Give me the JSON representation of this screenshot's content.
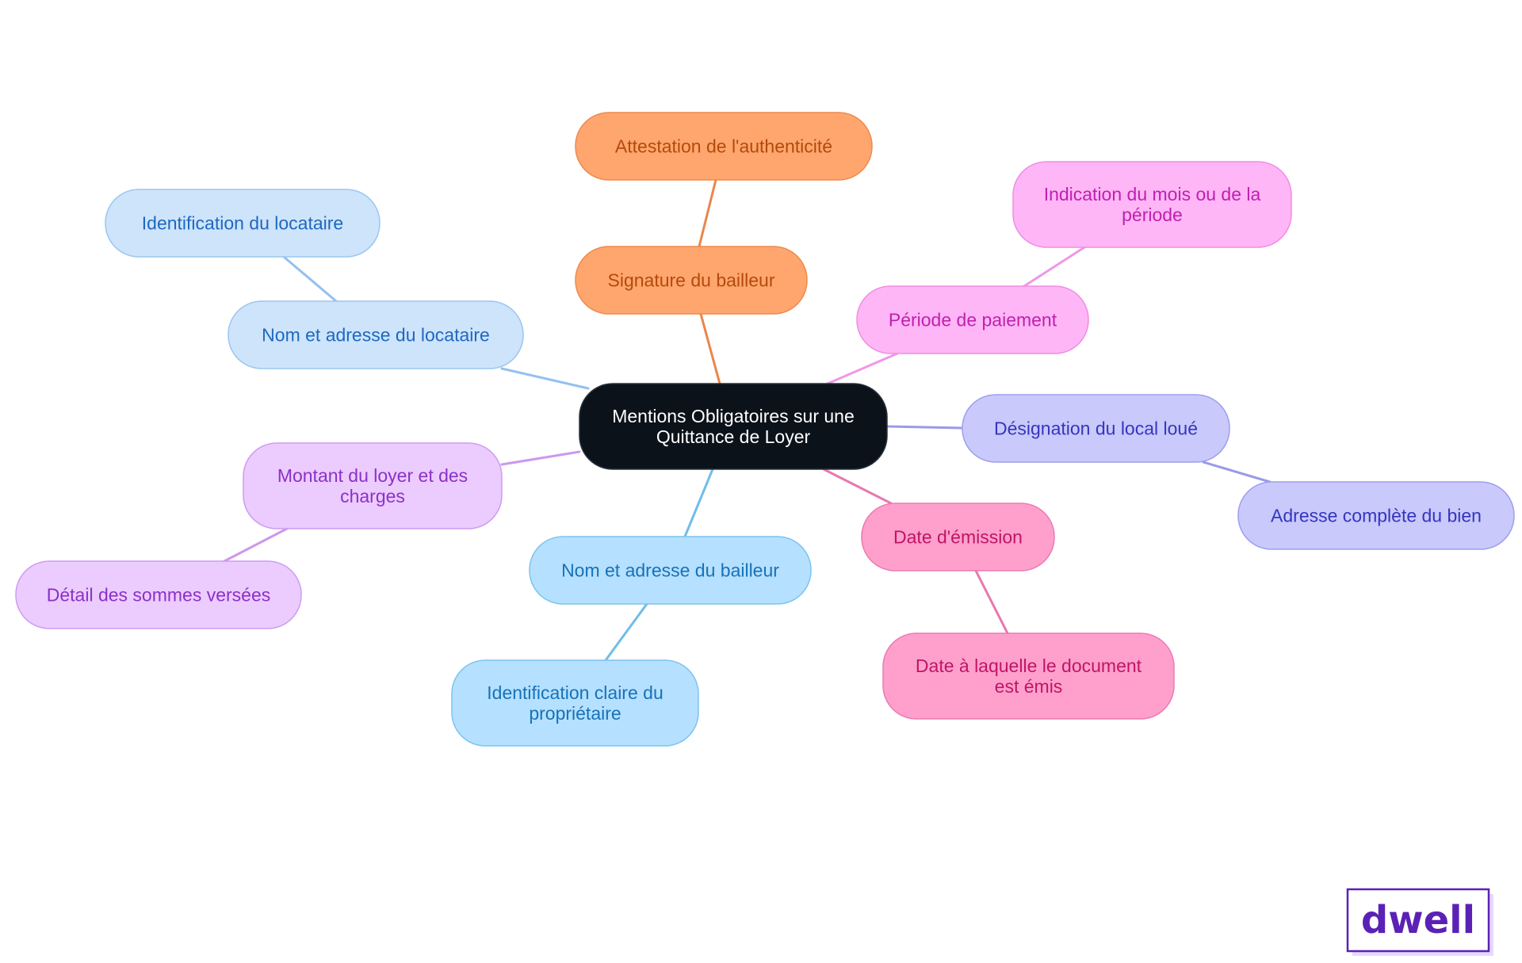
{
  "diagram": {
    "center": {
      "id": "root",
      "lines": [
        "Mentions Obligatoires sur une",
        "Quittance de Loyer"
      ]
    },
    "branches": [
      {
        "id": "signature",
        "color": "#e8874a",
        "fill": "#ffa66e",
        "stroke": "#ee8a4d",
        "text_color": "#b34a0c",
        "node": {
          "lines": [
            "Signature du bailleur"
          ]
        },
        "child": {
          "lines": [
            "Attestation de l'authenticité"
          ]
        }
      },
      {
        "id": "periode",
        "color": "#f097e6",
        "fill": "#ffb6f6",
        "stroke": "#ee8ee2",
        "text_color": "#c020b0",
        "node": {
          "lines": [
            "Période de paiement"
          ]
        },
        "child": {
          "lines": [
            "Indication du mois ou de la",
            "période"
          ]
        }
      },
      {
        "id": "designation",
        "color": "#9a9ae8",
        "fill": "#c9c9fb",
        "stroke": "#9e9ef0",
        "text_color": "#3535c0",
        "node": {
          "lines": [
            "Désignation du local loué"
          ]
        },
        "child": {
          "lines": [
            "Adresse complète du bien"
          ]
        }
      },
      {
        "id": "emission",
        "color": "#e878ae",
        "fill": "#ffa0cc",
        "stroke": "#ec7ab2",
        "text_color": "#c01466",
        "node": {
          "lines": [
            "Date d'émission"
          ]
        },
        "child": {
          "lines": [
            "Date à laquelle le document",
            "est émis"
          ]
        }
      },
      {
        "id": "bailleur",
        "color": "#70bde8",
        "fill": "#b5e0ff",
        "stroke": "#7dc4ee",
        "text_color": "#1772b8",
        "node": {
          "lines": [
            "Nom et adresse du bailleur"
          ]
        },
        "child": {
          "lines": [
            "Identification claire du",
            "propriétaire"
          ]
        }
      },
      {
        "id": "montant",
        "color": "#cc98ee",
        "fill": "#eccbff",
        "stroke": "#cd9cf0",
        "text_color": "#8a32c8",
        "node": {
          "lines": [
            "Montant du loyer et des",
            "charges"
          ]
        },
        "child": {
          "lines": [
            "Détail des sommes versées"
          ]
        }
      },
      {
        "id": "locataire",
        "color": "#94c0f0",
        "fill": "#cde4fb",
        "stroke": "#9cc6f0",
        "text_color": "#1f68c0",
        "node": {
          "lines": [
            "Nom et adresse du locataire"
          ]
        },
        "child": {
          "lines": [
            "Identification du locataire"
          ]
        }
      }
    ]
  },
  "logo": {
    "text": "dwell",
    "color": "#5b21b6",
    "shadow_color": "#e6d9fb"
  }
}
